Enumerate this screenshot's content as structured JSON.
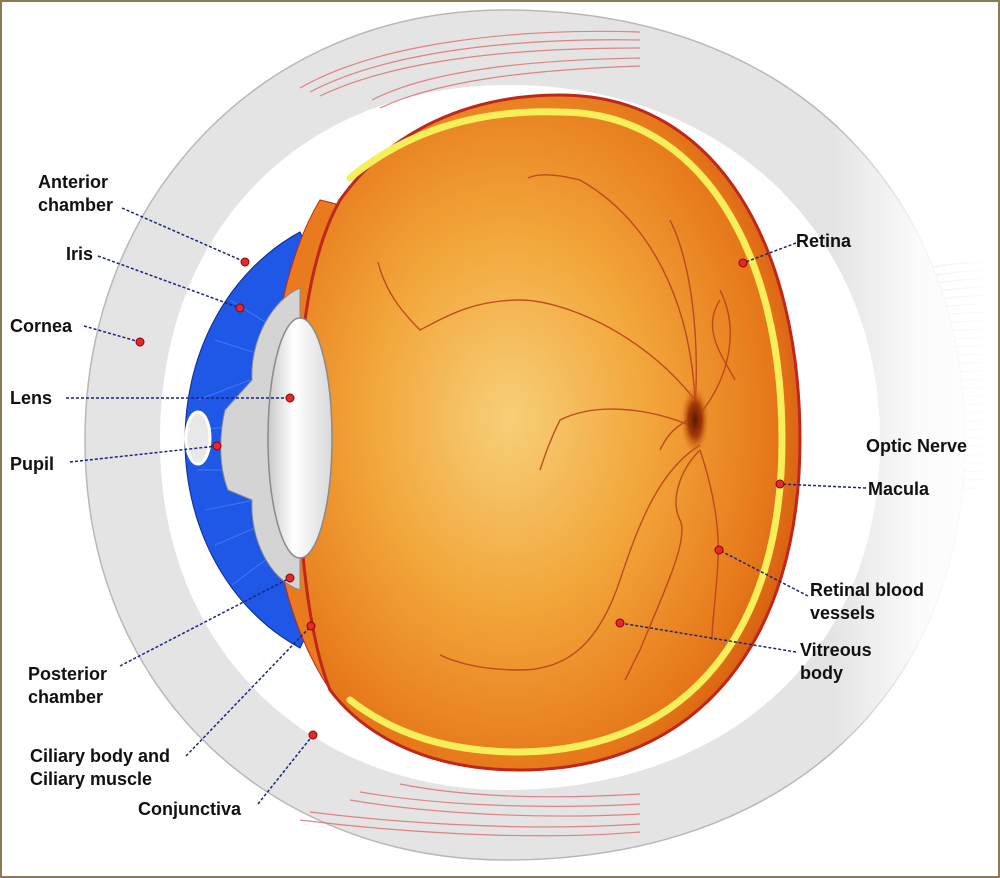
{
  "colors": {
    "frame": "#8a7a55",
    "sclera": "#e4e4e4",
    "sclera_edge": "#b8b8b8",
    "iris": "#1f57e6",
    "vitreous_light": "#f6c46a",
    "vitreous_mid": "#f09a28",
    "vitreous_dark": "#d45a0c",
    "retina_band": "#f6ef5a",
    "rim": "#c0261a",
    "vessel": "#b8421e",
    "marker": "#e22b2b",
    "leader": "#1a237e",
    "nerve": "#6f6f6f"
  },
  "labels": {
    "anterior_chamber": [
      "Anterior",
      "chamber"
    ],
    "iris": [
      "Iris"
    ],
    "cornea": [
      "Cornea"
    ],
    "lens": [
      "Lens"
    ],
    "pupil": [
      "Pupil"
    ],
    "posterior_chamber": [
      "Posterior",
      "chamber"
    ],
    "ciliary": [
      "Ciliary body and",
      "Ciliary muscle"
    ],
    "conjunctiva": [
      "Conjunctiva"
    ],
    "retina": [
      "Retina"
    ],
    "optic_nerve": [
      "Optic Nerve"
    ],
    "macula": [
      "Macula"
    ],
    "retinal_vessels": [
      "Retinal blood",
      "vessels"
    ],
    "vitreous": [
      "Vitreous",
      "body"
    ]
  }
}
